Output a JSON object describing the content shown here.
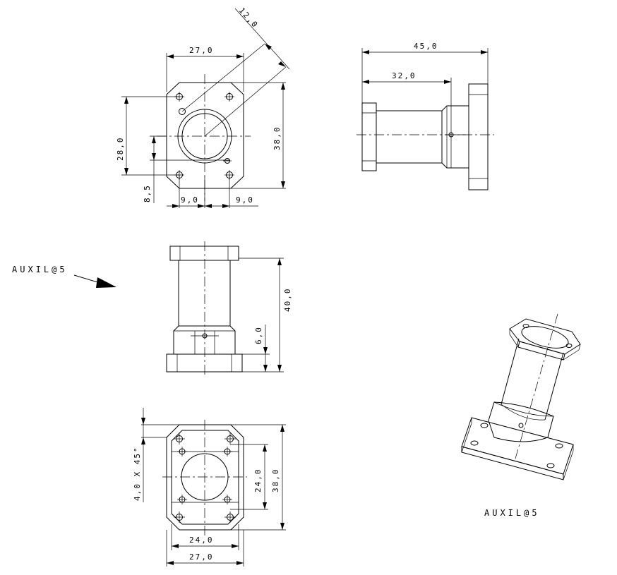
{
  "views": {
    "top": {
      "dim_width": "27,0",
      "dim_diag": "12,0",
      "dim_height_inner": "28,0",
      "dim_height_outer": "38,0",
      "dim_offset": "8,5",
      "dim_left": "9,0",
      "dim_right": "9,0"
    },
    "side": {
      "dim_overall": "45,0",
      "dim_partial": "32,0"
    },
    "front": {
      "dim_height": "40,0",
      "dim_base": "6,0"
    },
    "bottom": {
      "dim_chamfer": "4,0 X 45°",
      "dim_inner_v": "24,0",
      "dim_outer_v": "38,0",
      "dim_inner_h": "24,0",
      "dim_outer_h": "27,0"
    },
    "iso": {
      "label": "AUXIL@5"
    }
  },
  "arrow_label": "AUXIL@5"
}
